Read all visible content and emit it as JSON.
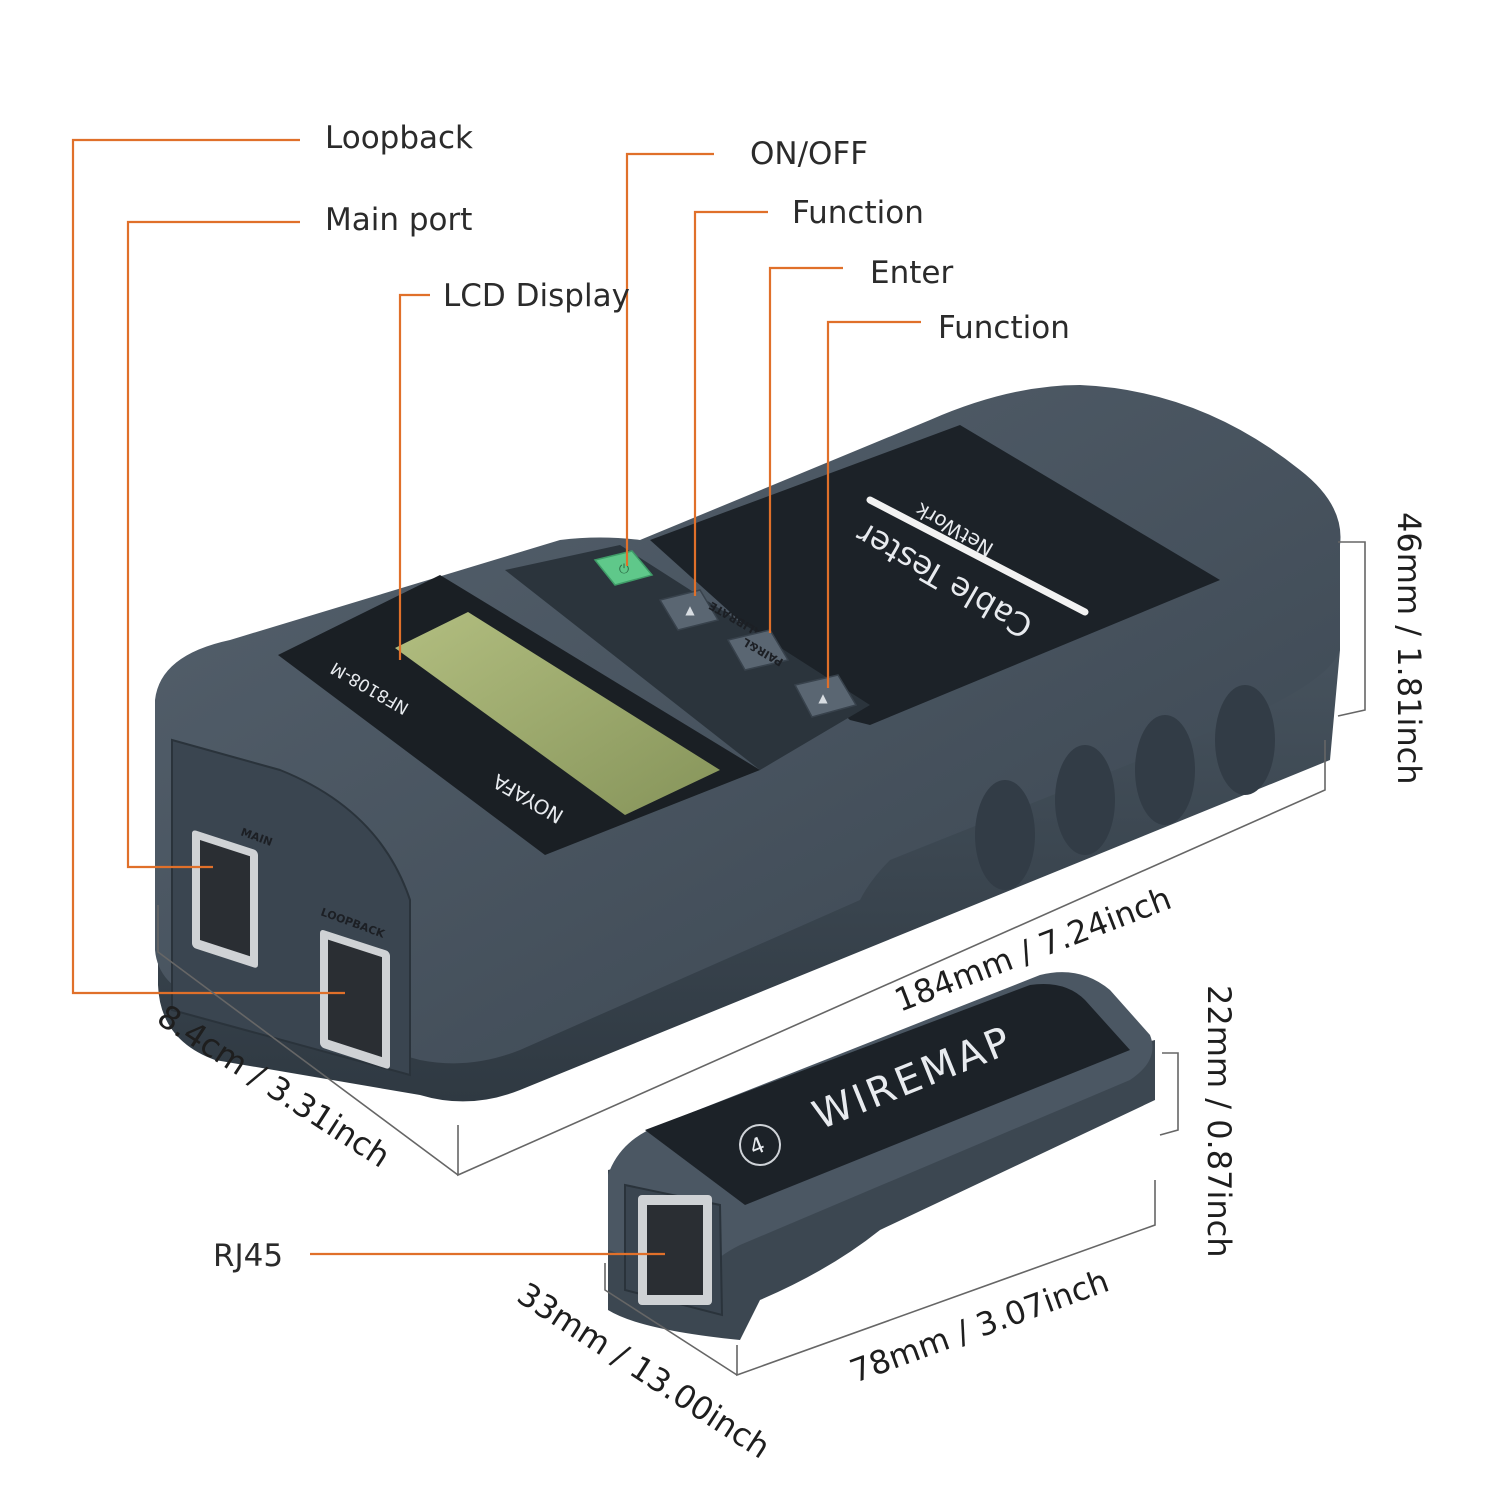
{
  "callouts": {
    "loopback": "Loopback",
    "main_port": "Main port",
    "lcd_display": "LCD Display",
    "on_off": "ON/OFF",
    "function_1": "Function",
    "enter": "Enter",
    "function_2": "Function",
    "rj45": "RJ45"
  },
  "dimensions": {
    "main_height": "46mm / 1.81inch",
    "main_length": "184mm / 7.24inch",
    "main_width": "8.4cm / 3.31inch",
    "remote_height": "22mm / 0.87inch",
    "remote_length": "78mm / 3.07inch",
    "remote_width": "33mm / 13.00inch"
  },
  "device": {
    "title": "Cable Tester",
    "subtitle": "NetWork",
    "brand": "NOYAFA",
    "model": "NF8108-M",
    "button_calibrate": "CALIBRATE",
    "button_pair": "PAIR&L",
    "port_main": "MAIN",
    "port_loopback": "LOOPBACK"
  },
  "remote": {
    "label": "WIREMAP",
    "number": "4"
  },
  "colors": {
    "leader": "#e0702a",
    "body": "#3f4b57",
    "lcd": "#9aa86a",
    "power_button": "#5fc88a"
  }
}
